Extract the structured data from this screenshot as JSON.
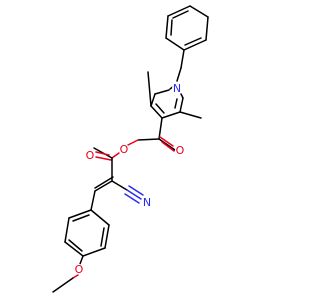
{
  "colors": {
    "carbon_bond": "#000000",
    "oxygen": "#e8001c",
    "nitrogen": "#2a2aee",
    "background": "#ffffff"
  },
  "atoms": {
    "n_pyrrole": "N",
    "o_ketone": "O",
    "o_ester_carbonyl": "O",
    "o_ester": "O",
    "n_nitrile": "N",
    "o_methoxy": "O"
  }
}
